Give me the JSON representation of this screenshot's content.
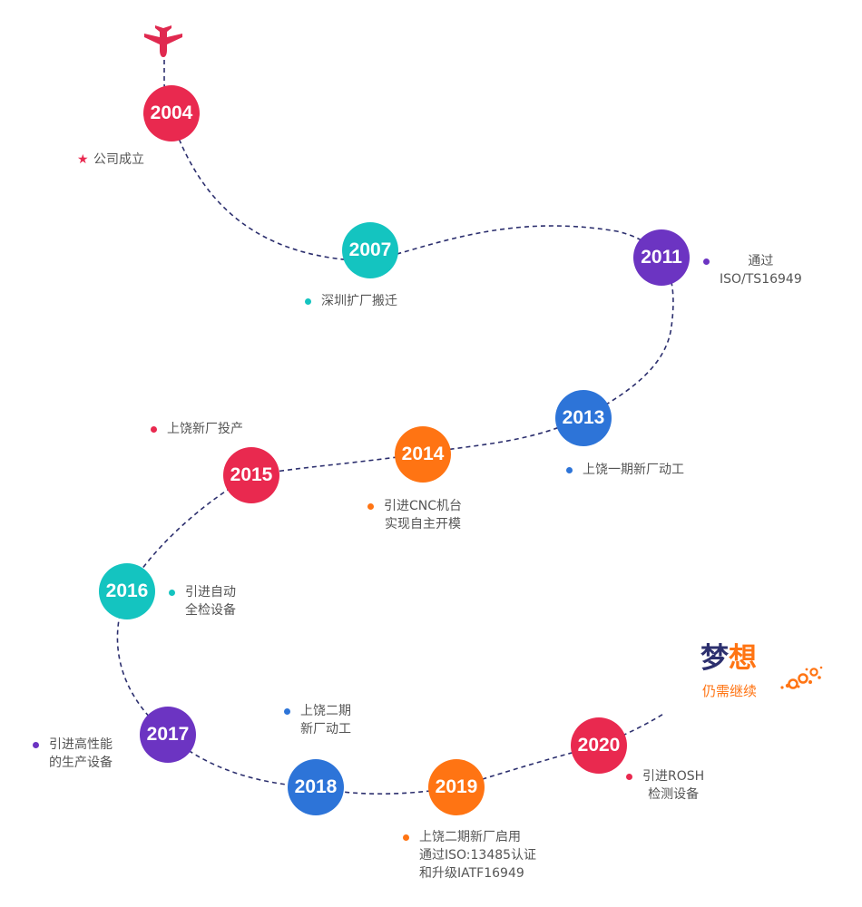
{
  "colors": {
    "red": "#e9294f",
    "teal": "#14c4c0",
    "purple": "#6c34c2",
    "blue": "#2d74d8",
    "orange": "#ff7413",
    "path": "#2c2f6e",
    "plane": "#e0294f",
    "text": "#555555"
  },
  "icons": {
    "plane": "airplane-icon",
    "star": "star-icon"
  },
  "milestones": [
    {
      "year": "2004",
      "color": "#e9294f",
      "lines": [
        "公司成立"
      ],
      "marker": "star"
    },
    {
      "year": "2007",
      "color": "#14c4c0",
      "lines": [
        "深圳扩厂搬迁"
      ],
      "marker": "dot"
    },
    {
      "year": "2011",
      "color": "#6c34c2",
      "lines": [
        "通过",
        "ISO/TS16949"
      ],
      "marker": "dot"
    },
    {
      "year": "2013",
      "color": "#2d74d8",
      "lines": [
        "上饶一期新厂动工"
      ],
      "marker": "dot"
    },
    {
      "year": "2014",
      "color": "#ff7413",
      "lines": [
        "引进CNC机台",
        "实现自主开模"
      ],
      "marker": "dot"
    },
    {
      "year": "2015",
      "color": "#e9294f",
      "lines": [
        "上饶新厂投产"
      ],
      "marker": "dot"
    },
    {
      "year": "2016",
      "color": "#14c4c0",
      "lines": [
        "引进自动",
        "全检设备"
      ],
      "marker": "dot"
    },
    {
      "year": "2017",
      "color": "#6c34c2",
      "lines": [
        "引进高性能",
        "的生产设备"
      ],
      "marker": "dot"
    },
    {
      "year": "2018",
      "color": "#2d74d8",
      "lines": [
        "上饶二期",
        "新厂动工"
      ],
      "marker": "dot"
    },
    {
      "year": "2019",
      "color": "#ff7413",
      "lines": [
        "上饶二期新厂启用",
        "通过ISO:13485认证",
        "和升级IATF16949"
      ],
      "marker": "dot"
    },
    {
      "year": "2020",
      "color": "#e9294f",
      "lines": [
        "引进ROSH",
        "检测设备"
      ],
      "marker": "dot"
    }
  ],
  "dream": {
    "char1": "梦",
    "char1_color": "#2c2f6e",
    "char2": "想",
    "char2_color": "#ff7413",
    "subtitle": "仍需继续",
    "subtitle_color": "#ff7413"
  }
}
